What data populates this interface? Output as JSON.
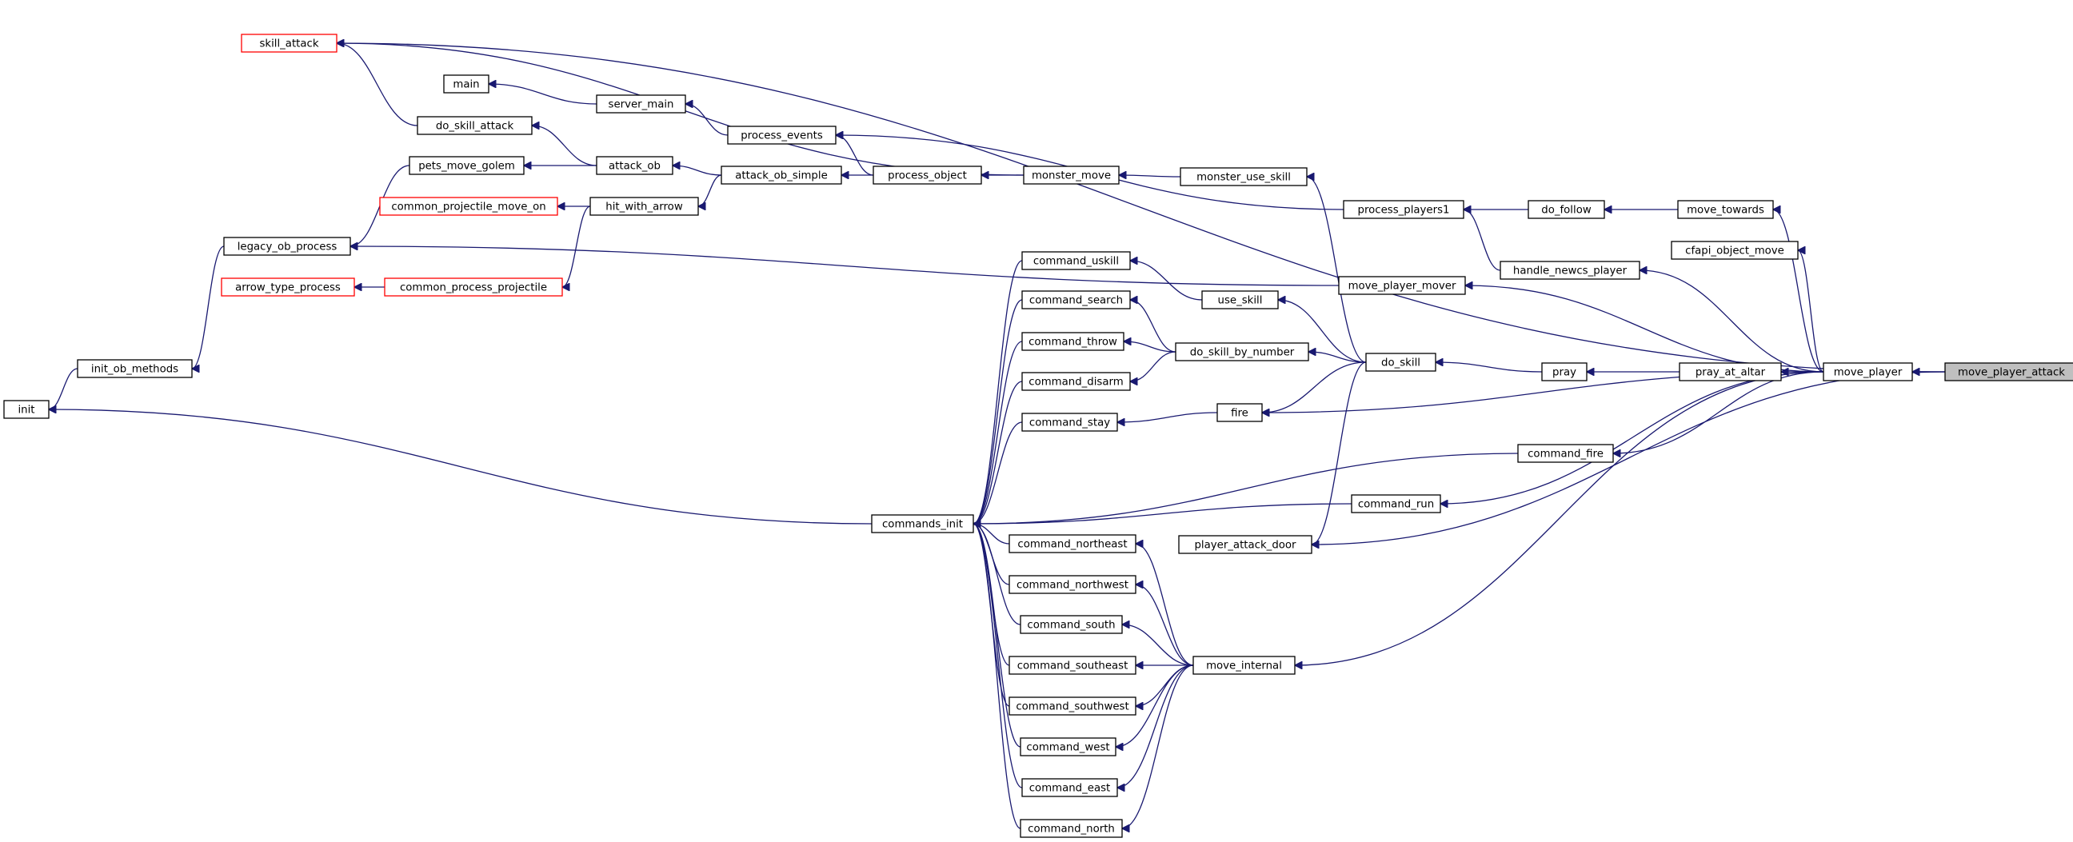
{
  "graph": {
    "root": "move_player_attack",
    "colors": {
      "edge": "#191970",
      "node_border": "#000000",
      "truncated_border": "#ff0000",
      "root_fill": "#bfbfbf"
    },
    "nodes": [
      {
        "id": "skill_attack",
        "label": "skill_attack",
        "truncated": true
      },
      {
        "id": "main",
        "label": "main"
      },
      {
        "id": "server_main",
        "label": "server_main"
      },
      {
        "id": "do_skill_attack",
        "label": "do_skill_attack"
      },
      {
        "id": "process_events",
        "label": "process_events"
      },
      {
        "id": "pets_move_golem",
        "label": "pets_move_golem"
      },
      {
        "id": "attack_ob",
        "label": "attack_ob"
      },
      {
        "id": "attack_ob_simple",
        "label": "attack_ob_simple"
      },
      {
        "id": "process_object",
        "label": "process_object"
      },
      {
        "id": "monster_move",
        "label": "monster_move"
      },
      {
        "id": "monster_use_skill",
        "label": "monster_use_skill"
      },
      {
        "id": "common_projectile_move_on",
        "label": "common_projectile_move_on",
        "truncated": true
      },
      {
        "id": "hit_with_arrow",
        "label": "hit_with_arrow"
      },
      {
        "id": "process_players1",
        "label": "process_players1"
      },
      {
        "id": "do_follow",
        "label": "do_follow"
      },
      {
        "id": "move_towards",
        "label": "move_towards"
      },
      {
        "id": "legacy_ob_process",
        "label": "legacy_ob_process"
      },
      {
        "id": "cfapi_object_move",
        "label": "cfapi_object_move"
      },
      {
        "id": "command_uskill",
        "label": "command_uskill"
      },
      {
        "id": "handle_newcs_player",
        "label": "handle_newcs_player"
      },
      {
        "id": "arrow_type_process",
        "label": "arrow_type_process",
        "truncated": true
      },
      {
        "id": "common_process_projectile",
        "label": "common_process_projectile",
        "truncated": true
      },
      {
        "id": "move_player_mover",
        "label": "move_player_mover"
      },
      {
        "id": "command_search",
        "label": "command_search"
      },
      {
        "id": "use_skill",
        "label": "use_skill"
      },
      {
        "id": "command_throw",
        "label": "command_throw"
      },
      {
        "id": "do_skill_by_number",
        "label": "do_skill_by_number"
      },
      {
        "id": "init_ob_methods",
        "label": "init_ob_methods"
      },
      {
        "id": "do_skill",
        "label": "do_skill"
      },
      {
        "id": "pray",
        "label": "pray"
      },
      {
        "id": "pray_at_altar",
        "label": "pray_at_altar"
      },
      {
        "id": "move_player",
        "label": "move_player"
      },
      {
        "id": "move_player_attack",
        "label": "move_player_attack",
        "root": true
      },
      {
        "id": "command_disarm",
        "label": "command_disarm"
      },
      {
        "id": "init",
        "label": "init"
      },
      {
        "id": "fire",
        "label": "fire"
      },
      {
        "id": "command_stay",
        "label": "command_stay"
      },
      {
        "id": "command_fire",
        "label": "command_fire"
      },
      {
        "id": "command_run",
        "label": "command_run"
      },
      {
        "id": "commands_init",
        "label": "commands_init"
      },
      {
        "id": "command_northeast",
        "label": "command_northeast"
      },
      {
        "id": "player_attack_door",
        "label": "player_attack_door"
      },
      {
        "id": "command_northwest",
        "label": "command_northwest"
      },
      {
        "id": "command_south",
        "label": "command_south"
      },
      {
        "id": "command_southeast",
        "label": "command_southeast"
      },
      {
        "id": "move_internal",
        "label": "move_internal"
      },
      {
        "id": "command_southwest",
        "label": "command_southwest"
      },
      {
        "id": "command_west",
        "label": "command_west"
      },
      {
        "id": "command_east",
        "label": "command_east"
      },
      {
        "id": "command_north",
        "label": "command_north"
      }
    ],
    "edges": [
      [
        "move_player_attack",
        "move_player"
      ],
      [
        "move_player_attack",
        "skill_attack"
      ],
      [
        "move_player_attack",
        "player_attack_door"
      ],
      [
        "move_player",
        "pray_at_altar"
      ],
      [
        "pray_at_altar",
        "pray"
      ],
      [
        "pray",
        "do_skill"
      ],
      [
        "do_skill",
        "do_skill_by_number"
      ],
      [
        "do_skill",
        "use_skill"
      ],
      [
        "do_skill",
        "monster_use_skill"
      ],
      [
        "do_skill",
        "fire"
      ],
      [
        "do_skill",
        "player_attack_door"
      ],
      [
        "move_player",
        "move_towards"
      ],
      [
        "move_player",
        "cfapi_object_move"
      ],
      [
        "move_player",
        "handle_newcs_player"
      ],
      [
        "move_player",
        "move_player_mover"
      ],
      [
        "move_player",
        "fire"
      ],
      [
        "move_player",
        "command_fire"
      ],
      [
        "move_player",
        "command_run"
      ],
      [
        "move_player",
        "move_internal"
      ],
      [
        "move_towards",
        "do_follow"
      ],
      [
        "do_follow",
        "process_players1"
      ],
      [
        "handle_newcs_player",
        "process_players1"
      ],
      [
        "process_players1",
        "process_events"
      ],
      [
        "move_player_mover",
        "legacy_ob_process"
      ],
      [
        "monster_use_skill",
        "monster_move"
      ],
      [
        "monster_move",
        "process_object"
      ],
      [
        "monster_move",
        "skill_attack"
      ],
      [
        "process_object",
        "process_events"
      ],
      [
        "process_object",
        "attack_ob_simple"
      ],
      [
        "process_events",
        "server_main"
      ],
      [
        "server_main",
        "main"
      ],
      [
        "attack_ob_simple",
        "attack_ob"
      ],
      [
        "attack_ob_simple",
        "hit_with_arrow"
      ],
      [
        "attack_ob",
        "do_skill_attack"
      ],
      [
        "attack_ob",
        "pets_move_golem"
      ],
      [
        "do_skill_attack",
        "skill_attack"
      ],
      [
        "pets_move_golem",
        "legacy_ob_process"
      ],
      [
        "hit_with_arrow",
        "common_projectile_move_on"
      ],
      [
        "hit_with_arrow",
        "common_process_projectile"
      ],
      [
        "common_process_projectile",
        "arrow_type_process"
      ],
      [
        "legacy_ob_process",
        "init_ob_methods"
      ],
      [
        "init_ob_methods",
        "init"
      ],
      [
        "do_skill_by_number",
        "command_search"
      ],
      [
        "do_skill_by_number",
        "command_throw"
      ],
      [
        "do_skill_by_number",
        "command_disarm"
      ],
      [
        "use_skill",
        "command_uskill"
      ],
      [
        "fire",
        "command_stay"
      ],
      [
        "command_fire",
        "commands_init"
      ],
      [
        "command_run",
        "commands_init"
      ],
      [
        "command_uskill",
        "commands_init"
      ],
      [
        "command_search",
        "commands_init"
      ],
      [
        "command_throw",
        "commands_init"
      ],
      [
        "command_disarm",
        "commands_init"
      ],
      [
        "command_stay",
        "commands_init"
      ],
      [
        "command_northeast",
        "commands_init"
      ],
      [
        "command_northwest",
        "commands_init"
      ],
      [
        "command_south",
        "commands_init"
      ],
      [
        "command_southeast",
        "commands_init"
      ],
      [
        "command_southwest",
        "commands_init"
      ],
      [
        "command_west",
        "commands_init"
      ],
      [
        "command_east",
        "commands_init"
      ],
      [
        "command_north",
        "commands_init"
      ],
      [
        "move_internal",
        "command_northeast"
      ],
      [
        "move_internal",
        "command_northwest"
      ],
      [
        "move_internal",
        "command_south"
      ],
      [
        "move_internal",
        "command_southeast"
      ],
      [
        "move_internal",
        "command_southwest"
      ],
      [
        "move_internal",
        "command_west"
      ],
      [
        "move_internal",
        "command_east"
      ],
      [
        "move_internal",
        "command_north"
      ],
      [
        "commands_init",
        "init"
      ]
    ]
  }
}
